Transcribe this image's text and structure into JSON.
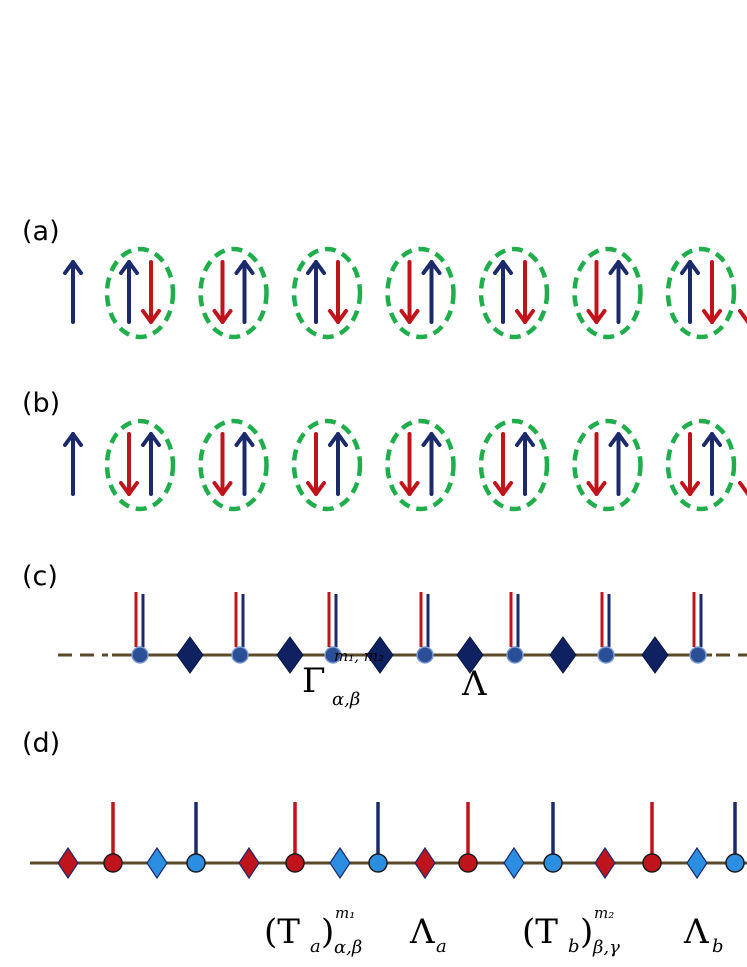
{
  "panels": {
    "a": {
      "label": "(a)",
      "lead_spin": "up",
      "pairs": [
        [
          "up",
          "down"
        ],
        [
          "down",
          "up"
        ],
        [
          "up",
          "down"
        ],
        [
          "down",
          "up"
        ],
        [
          "up",
          "down"
        ],
        [
          "down",
          "up"
        ],
        [
          "up",
          "down"
        ]
      ],
      "trailing": "down"
    },
    "b": {
      "label": "(b)",
      "lead_spin": "up",
      "pairs": [
        [
          "down",
          "up"
        ],
        [
          "down",
          "up"
        ],
        [
          "down",
          "up"
        ],
        [
          "down",
          "up"
        ],
        [
          "down",
          "up"
        ],
        [
          "down",
          "up"
        ],
        [
          "down",
          "up"
        ]
      ],
      "trailing": "down"
    },
    "c": {
      "label": "(c)",
      "gamma_symbol": "Γ",
      "gamma_sup": "m₁, m₂",
      "gamma_sub": "α,β",
      "lambda_symbol": "Λ"
    },
    "d": {
      "label": "(d)",
      "ta_base": "(T",
      "ta_base_sub": "a",
      "ta_close": ")",
      "ta_sup": "m₁",
      "ta_sub": "α,β",
      "lambda_a_symbol": "Λ",
      "lambda_a_sub": "a",
      "tb_base": "(T",
      "tb_base_sub": "b",
      "tb_close": ")",
      "tb_sup": "m₂",
      "tb_sub": "β,γ",
      "lambda_b_symbol": "Λ",
      "lambda_b_sub": "b"
    }
  },
  "colors": {
    "spin_up": "#1b2a6b",
    "spin_down": "#c0141d",
    "dashed_circle": "#1fae4b",
    "chain_line": "#5a4a2a",
    "diamond_c": "#0f2160",
    "node_c": "#2a4f96",
    "red_diamond": "#c0141d",
    "blue_diamond": "#2c8ee0",
    "red_node": "#c0141d",
    "blue_node": "#2c8ee0"
  }
}
